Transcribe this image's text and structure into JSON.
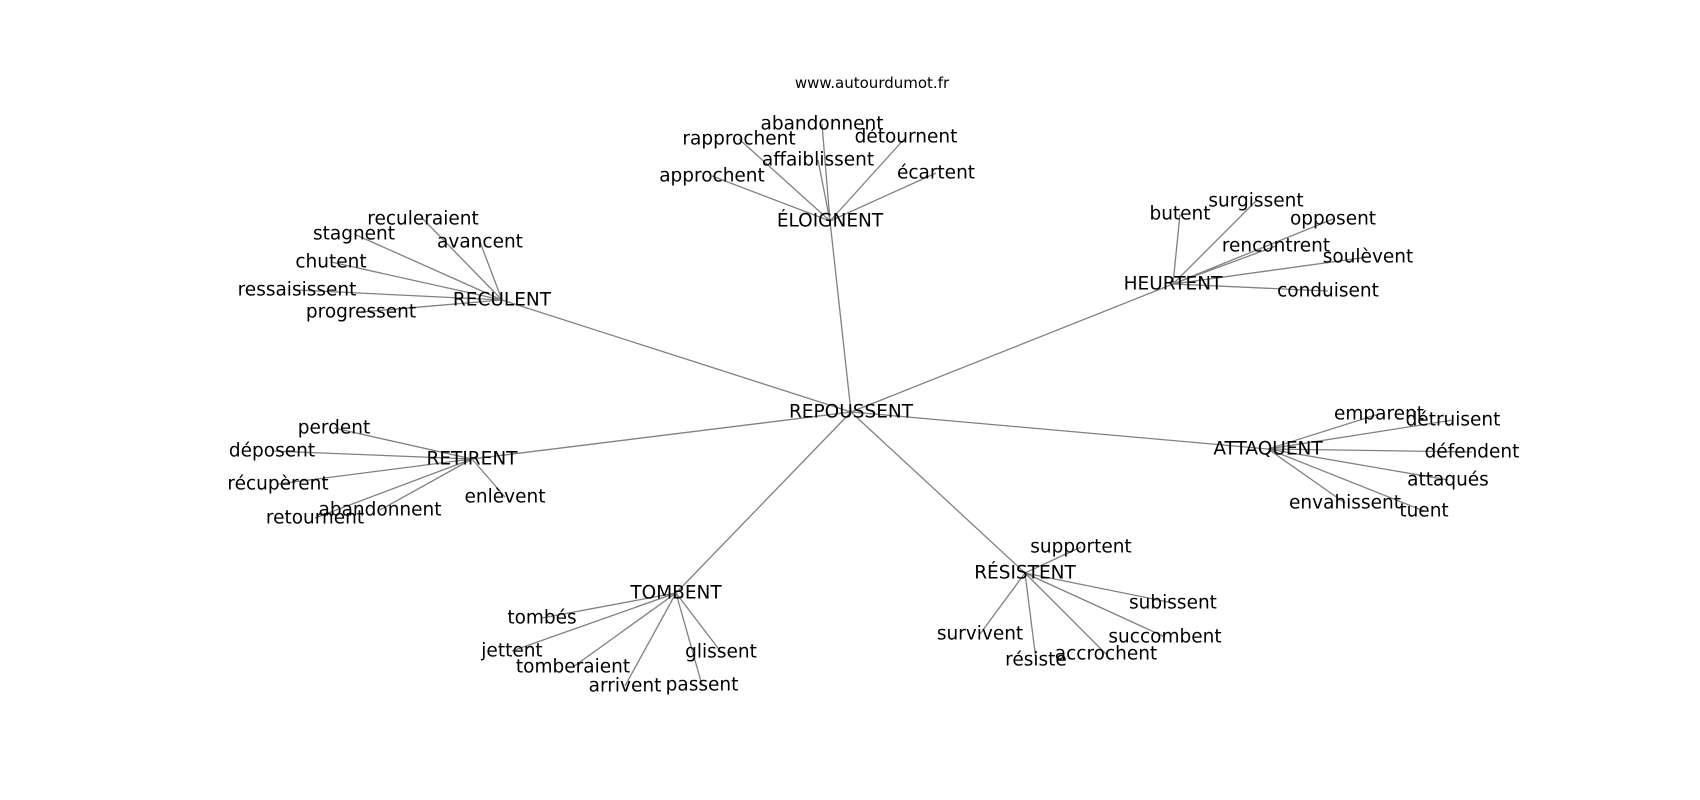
{
  "watermark": "www.autourdumot.fr",
  "center": {
    "id": "repoussent",
    "label": "REPOUSSENT"
  },
  "clusters": [
    {
      "id": "eloignent",
      "label": "ÉLOIGNENT",
      "leaves": [
        "abandonnent",
        "rapprochent",
        "détournent",
        "affaiblissent",
        "approchent",
        "écartent"
      ]
    },
    {
      "id": "heurtent",
      "label": "HEURTENT",
      "leaves": [
        "butent",
        "surgissent",
        "opposent",
        "rencontrent",
        "soulèvent",
        "conduisent"
      ]
    },
    {
      "id": "reculent",
      "label": "RECULENT",
      "leaves": [
        "reculeraient",
        "stagnent",
        "avancent",
        "chutent",
        "ressaisissent",
        "progressent"
      ]
    },
    {
      "id": "retirent",
      "label": "RETIRENT",
      "leaves": [
        "perdent",
        "déposent",
        "récupèrent",
        "abandonnent",
        "retournent",
        "enlèvent"
      ]
    },
    {
      "id": "attaquent",
      "label": "ATTAQUENT",
      "leaves": [
        "emparent",
        "détruisent",
        "défendent",
        "attaqués",
        "envahissent",
        "tuent"
      ]
    },
    {
      "id": "resistent",
      "label": "RÉSISTENT",
      "leaves": [
        "supportent",
        "subissent",
        "survivent",
        "succombent",
        "résiste",
        "accrochent"
      ]
    },
    {
      "id": "tombent",
      "label": "TOMBENT",
      "leaves": [
        "tombés",
        "jettent",
        "glissent",
        "tomberaient",
        "arrivent",
        "passent"
      ]
    }
  ]
}
